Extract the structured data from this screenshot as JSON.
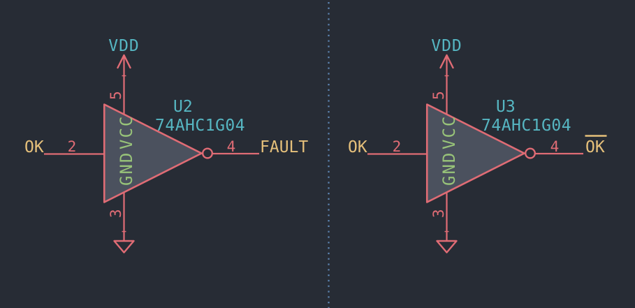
{
  "canvas": {
    "type": "schematic-sheet",
    "separator_style": "dotted-vertical-line"
  },
  "colors": {
    "background": "#272c35",
    "symbol_outline": "#e06c75",
    "symbol_fill": "#4b515e",
    "wire": "#e06c75",
    "pin_number": "#e06c75",
    "pin_name": "#98c379",
    "reference": "#56b6c2",
    "net_label": "#e5c07b",
    "power_label": "#56b6c2",
    "separator": "#5e87b5"
  },
  "gates": [
    {
      "reference": "U2",
      "value": "74AHC1G04",
      "power_net": "VDD",
      "input_label": "OK",
      "output_label": "FAULT",
      "output_inverted_bar": false,
      "pin_numbers": {
        "input": "2",
        "output": "4",
        "power": "5",
        "ground": "3"
      },
      "pin_names": {
        "power": "VCC",
        "ground": "GND"
      }
    },
    {
      "reference": "U3",
      "value": "74AHC1G04",
      "power_net": "VDD",
      "input_label": "OK",
      "output_label": "OK",
      "output_inverted_bar": true,
      "pin_numbers": {
        "input": "2",
        "output": "4",
        "power": "5",
        "ground": "3"
      },
      "pin_names": {
        "power": "VCC",
        "ground": "GND"
      }
    }
  ]
}
